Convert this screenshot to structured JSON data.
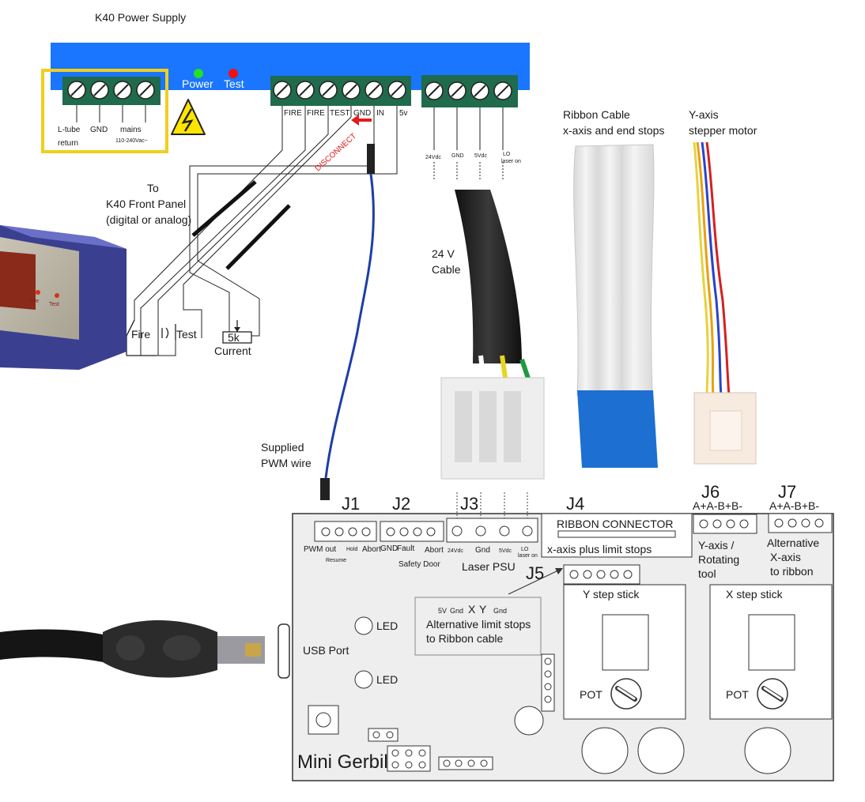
{
  "psu": {
    "title": "K40 Power Supply",
    "power_label": "Power",
    "test_label": "Test",
    "left_terminals": [
      "L-tube",
      "return",
      "GND",
      "mains",
      "110-240Vac~"
    ],
    "control_terminals": [
      "FIRE",
      "FIRE",
      "TEST",
      "GND",
      "IN",
      "5v"
    ],
    "disconnect_label": "DISCONNECT",
    "right_terminals": [
      "24Vdc",
      "GND",
      "5Vdc",
      "LO",
      "laser on"
    ],
    "colors": {
      "body": "#1a75ff",
      "terminal": "#1f6b4c",
      "warning": "#ffe600",
      "highlight": "#f0cf1e"
    }
  },
  "front_panel": {
    "caption": [
      "To",
      "K40 Front Panel",
      "(digital or analog)"
    ],
    "fire_label": "Fire",
    "test_label": "Test",
    "pot_value": "5k",
    "current_label": "Current",
    "photo_fire": "Fire",
    "photo_test": "Test"
  },
  "cables": {
    "cable24_label": [
      "24 V",
      "Cable"
    ],
    "ribbon_label": [
      "Ribbon Cable",
      "x-axis and end stops"
    ],
    "stepper_label": [
      "Y-axis",
      "stepper motor"
    ],
    "pwm_label": [
      "Supplied",
      "PWM wire"
    ]
  },
  "board": {
    "name": "Mini Gerbil",
    "j1": {
      "id": "J1",
      "pins": [
        "PWM out",
        "Resume",
        "Hold",
        "Abort"
      ]
    },
    "j2": {
      "id": "J2",
      "pins": [
        "GND",
        "Fault",
        "Abort"
      ],
      "sub": "Safety Door"
    },
    "j3": {
      "id": "J3",
      "pins": [
        "24Vdc",
        "Gnd",
        "5Vdc",
        "LO",
        "laser on"
      ],
      "sub": "Laser PSU"
    },
    "j4": {
      "id": "J4",
      "title": "RIBBON CONNECTOR",
      "sub": "x-axis plus limit stops"
    },
    "j5": {
      "id": "J5",
      "pins_text": [
        "5V",
        "Gnd",
        "X",
        "Y",
        "Gnd"
      ],
      "box_text": [
        "Alternative limit stops",
        "to Ribbon cable"
      ]
    },
    "j6": {
      "id": "J6",
      "pins": "A+A-B+B-",
      "desc": [
        "Y-axis /",
        "Rotating",
        "tool"
      ]
    },
    "j7": {
      "id": "J7",
      "pins": "A+A-B+B-",
      "desc": [
        "Alternative",
        "X-axis",
        "to ribbon"
      ]
    },
    "led": "LED",
    "usb": "USB Port",
    "y_stick": "Y step stick",
    "x_stick": "X step stick",
    "pot": "POT"
  }
}
